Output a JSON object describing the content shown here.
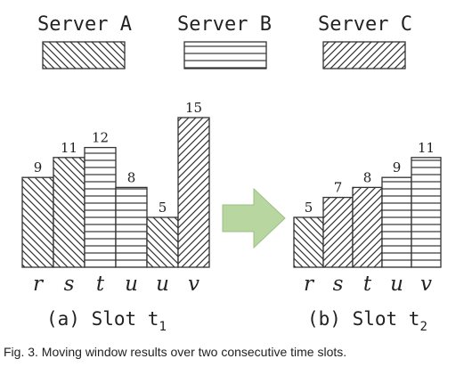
{
  "legend": [
    {
      "label": "Server A",
      "pattern": "diagonal-down"
    },
    {
      "label": "Server B",
      "pattern": "horizontal"
    },
    {
      "label": "Server C",
      "pattern": "diagonal-up"
    }
  ],
  "arrow": {
    "color": "#b8d6a0",
    "stroke": "#9cbf85"
  },
  "chart_data": [
    {
      "type": "bar",
      "caption_prefix": "(a) Slot t",
      "caption_sub": "1",
      "categories": [
        "r",
        "s",
        "t",
        "u",
        "u",
        "v"
      ],
      "values": [
        9,
        11,
        12,
        8,
        5,
        15
      ],
      "servers": [
        "Server A",
        "Server A",
        "Server B",
        "Server B",
        "Server A",
        "Server C"
      ]
    },
    {
      "type": "bar",
      "caption_prefix": "(b) Slot t",
      "caption_sub": "2",
      "categories": [
        "r",
        "s",
        "t",
        "u",
        "v"
      ],
      "values": [
        5,
        7,
        8,
        9,
        11
      ],
      "servers": [
        "Server A",
        "Server C",
        "Server C",
        "Server B",
        "Server B"
      ]
    }
  ],
  "figure_caption": "Fig. 3. Moving window results over two consecutive time slots."
}
